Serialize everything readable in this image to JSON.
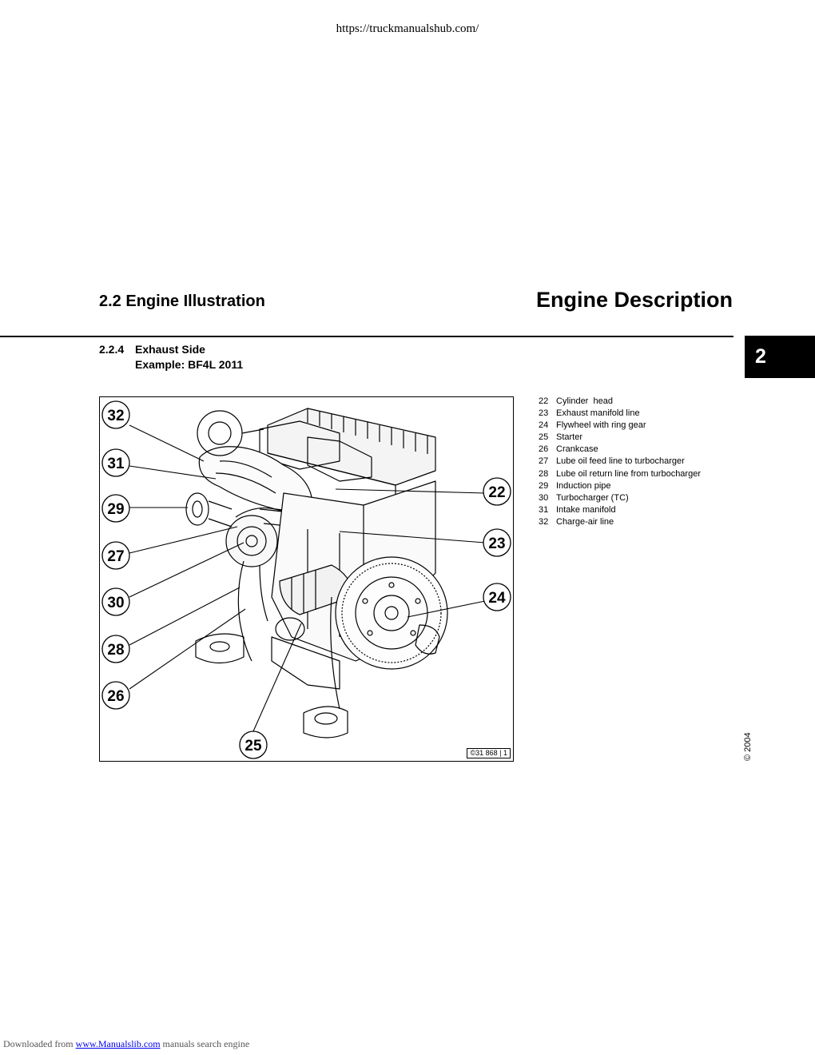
{
  "header": {
    "url": "https://truckmanualshub.com/",
    "section_title": "2.2 Engine Illustration",
    "chapter_title": "Engine Description",
    "chapter_number": "2"
  },
  "subsection": {
    "number": "2.2.4",
    "title": "Exhaust Side",
    "example": "Example: BF4L 2011"
  },
  "figure": {
    "code_symbol": "©",
    "code": "31 868",
    "code_suffix": "1",
    "callouts": [
      "32",
      "31",
      "29",
      "27",
      "30",
      "28",
      "26",
      "25",
      "22",
      "23",
      "24"
    ]
  },
  "legend": [
    {
      "num": "22",
      "label": "Cylinder  head"
    },
    {
      "num": "23",
      "label": "Exhaust manifold line"
    },
    {
      "num": "24",
      "label": "Flywheel with ring gear"
    },
    {
      "num": "25",
      "label": "Starter"
    },
    {
      "num": "26",
      "label": "Crankcase"
    },
    {
      "num": "27",
      "label": "Lube oil feed line to turbocharger"
    },
    {
      "num": "28",
      "label": "Lube oil return line from turbocharger"
    },
    {
      "num": "29",
      "label": "Induction pipe"
    },
    {
      "num": "30",
      "label": "Turbocharger (TC)"
    },
    {
      "num": "31",
      "label": "Intake manifold"
    },
    {
      "num": "32",
      "label": "Charge-air line"
    }
  ],
  "copyright": "© 2004",
  "footer": {
    "prefix": "Downloaded from ",
    "link": "www.Manualslib.com",
    "suffix": "  manuals search engine"
  }
}
